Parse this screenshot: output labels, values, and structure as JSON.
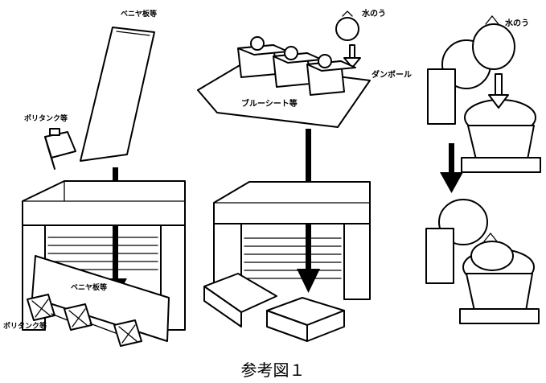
{
  "panel1": {
    "veneer_top": "ベニヤ板等",
    "polytank_top": "ポリタンク等",
    "veneer_bottom": "ベニヤ板等",
    "polytank_bottom": "ポリタンク等"
  },
  "panel2": {
    "sandbag": "水のう",
    "cardboard": "ダンボール",
    "bluesheet": "ブルーシート等"
  },
  "panel3": {
    "sandbag": "水のう"
  },
  "caption": "参考図１"
}
